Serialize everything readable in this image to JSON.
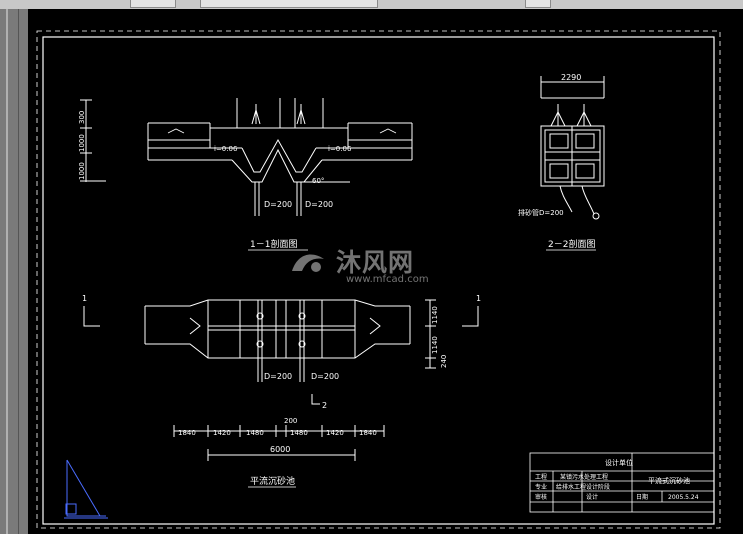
{
  "toolbar": {
    "buttons": [
      "",
      "",
      ""
    ]
  },
  "section_1_1": {
    "title": "1－1剖面图",
    "slope_left": "i=0.06",
    "slope_right": "i=0.06",
    "angle": "60°",
    "pipe_left": "D=200",
    "pipe_right": "D=200",
    "dim_300": "300",
    "dim_1000a": "1000",
    "dim_1000b": "1000"
  },
  "section_2_2": {
    "title": "2－2剖面图",
    "width": "2290",
    "pipe": "排砂管D=200"
  },
  "plan": {
    "title": "平流沉砂池",
    "pipe_left": "D=200",
    "pipe_right": "D=200",
    "cut_left": "1",
    "cut_right": "1",
    "cut_bottom": "2",
    "dim_right_a": "1140",
    "dim_right_b": "1140",
    "dim_right_c": "240",
    "dims_bottom": [
      "1840",
      "1420",
      "1480",
      "1480",
      "1420",
      "1840"
    ],
    "dim_200": "200",
    "dim_total": "6000"
  },
  "title_block": {
    "design_unit": "设计单位",
    "label_project": "工程",
    "project_name": "某镇污水处理工程",
    "label_specialty": "专业",
    "specialty_value": "给排水工程",
    "label_stage": "设计阶段",
    "label_review": "审核",
    "label_design": "设计",
    "drawing_name": "平流式沉砂池",
    "label_date": "日期",
    "date": "2005.5.24"
  },
  "watermark": {
    "text": "沐风网",
    "url": "www.mfcad.com"
  }
}
